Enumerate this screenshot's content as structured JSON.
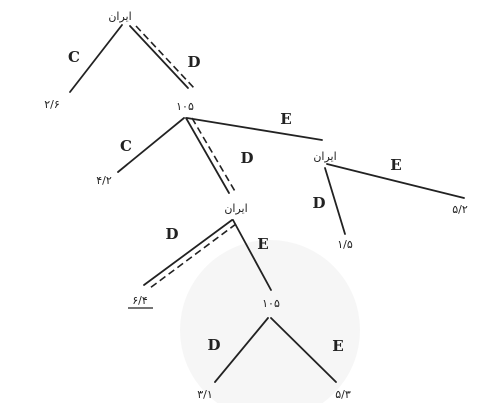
{
  "tree": {
    "nodes": {
      "root": {
        "label": "ایران"
      },
      "level2_node": {
        "label": "۱۰۵"
      },
      "level3_right": {
        "label": "ایران"
      },
      "level4_iran": {
        "label": "ایران"
      },
      "level5_node": {
        "label": "۱۰۵"
      }
    },
    "edges": {
      "root_c": {
        "label": "C"
      },
      "root_d": {
        "label": "D"
      },
      "l2_c": {
        "label": "C"
      },
      "l2_d": {
        "label": "D"
      },
      "l2_e": {
        "label": "E"
      },
      "l3r_d": {
        "label": "D"
      },
      "l3r_e": {
        "label": "E"
      },
      "l4_d": {
        "label": "D"
      },
      "l4_e": {
        "label": "E"
      },
      "l5_d": {
        "label": "D"
      },
      "l5_e": {
        "label": "E"
      }
    },
    "payoffs": {
      "p_root_c": "۲/۶",
      "p_l2_c": "۴/۲",
      "p_l3r_d": "۱/۵",
      "p_l3r_e": "۵/۲",
      "p_l4_d": "۶/۴",
      "p_l5_d": "۳/۱",
      "p_l5_e": "۵/۳"
    }
  }
}
